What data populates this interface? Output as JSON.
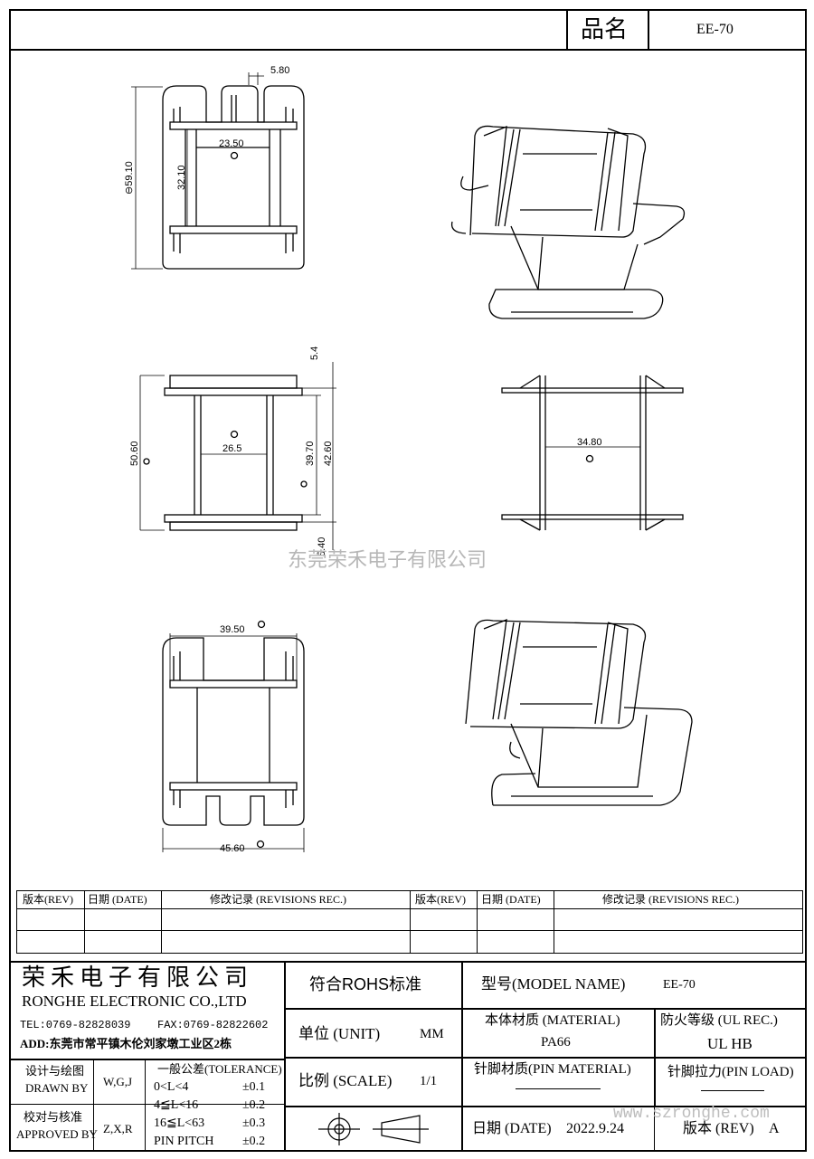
{
  "header": {
    "name_label": "品名",
    "name_value": "EE-70"
  },
  "dimensions": {
    "top_slot": "5.80",
    "top_width": "23.50",
    "top_height": "32.10",
    "top_diameter": "⊖59.10",
    "mid_top_gap": "5.4",
    "mid_width": "26.5",
    "mid_height_outer": "50.60",
    "mid_height_inner": "39.70",
    "mid_height_right": "42.60",
    "mid_bottom_gap": "5.40",
    "side_width": "34.80",
    "bottom_top_width": "39.50",
    "bottom_width": "45.60"
  },
  "watermark_company": "东莞荣禾电子有限公司",
  "watermark_site": "www.szronghe.com",
  "revisions": {
    "headers": [
      "版本(REV)",
      "日期 (DATE)",
      "修改记录 (REVISIONS REC.)",
      "版本(REV)",
      "日期 (DATE)",
      "修改记录 (REVISIONS REC.)"
    ]
  },
  "title_block": {
    "company_cn": "荣禾电子有限公司",
    "company_en": "RONGHE ELECTRONIC CO.,LTD",
    "tel": "TEL:0769-82828039",
    "fax": "FAX:0769-82822602",
    "address": "ADD:东莞市常平镇木伦刘家墩工业区2栋",
    "rohs": "符合ROHS标准",
    "model_label": "型号(MODEL NAME)",
    "model_value": "EE-70",
    "unit_label": "单位 (UNIT)",
    "unit_value": "MM",
    "material_label": "本体材质 (MATERIAL)",
    "material_value": "PA66",
    "fire_label": "防火等级 (UL REC.)",
    "fire_value": "UL HB",
    "scale_label": "比例 (SCALE)",
    "scale_value": "1/1",
    "pin_material_label": "针脚材质(PIN MATERIAL)",
    "pin_load_label": "针脚拉力(PIN LOAD)",
    "design_label": "设计与绘图",
    "drawn_by": "DRAWN BY",
    "drawn_by_names": "W,G,J",
    "check_label": "校对与核准",
    "approved_by": "APPROVED BY",
    "approved_by_names": "Z,X,R",
    "tolerance_title": "一般公差(TOLERANCE)",
    "tolerances": [
      {
        "range": "0<L<4",
        "value": "±0.1"
      },
      {
        "range": "4≦L<16",
        "value": "±0.2"
      },
      {
        "range": "16≦L<63",
        "value": "±0.3"
      },
      {
        "range": "PIN PITCH",
        "value": "±0.2"
      }
    ],
    "date_label": "日期 (DATE)",
    "date_value": "2022.9.24",
    "rev_label": "版本 (REV)",
    "rev_value": "A"
  }
}
